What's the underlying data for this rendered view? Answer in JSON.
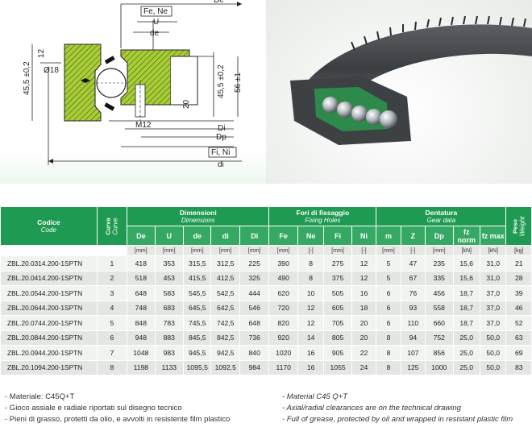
{
  "drawing": {
    "top_label": "De",
    "labels_right": [
      "Fe, Ne",
      "U",
      "de",
      "Di",
      "Dp",
      "Fi, Ni",
      "di"
    ],
    "dims": [
      "12",
      "Ø18",
      "45,5 ±0,2",
      "45,5 ±0,2",
      "56 ±1",
      "20",
      "M12"
    ]
  },
  "table": {
    "code_header": "Codice",
    "code_header_en": "Code",
    "curve_header": "Curva",
    "curve_header_en": "Curve",
    "weight_header": "Peso",
    "weight_header_en": "Weight",
    "groups": [
      {
        "label": "Dimensioni",
        "label_en": "Dimensions"
      },
      {
        "label": "Fori di fissaggio",
        "label_en": "Fixing Holes"
      },
      {
        "label": "Dentatura",
        "label_en": "Gear data"
      }
    ],
    "subheaders": [
      "De",
      "U",
      "de",
      "di",
      "Di",
      "Fe",
      "Ne",
      "Fi",
      "Ni",
      "m",
      "Z",
      "Dp",
      "fz norm",
      "fz max"
    ],
    "units": [
      "[mm]",
      "[mm]",
      "[mm]",
      "[mm]",
      "[mm]",
      "[mm]",
      "[-]",
      "[mm]",
      "[-]",
      "[mm]",
      "[-]",
      "[mm]",
      "[kN]",
      "[kN]",
      "[kg]"
    ],
    "rows": [
      [
        "ZBL.20.0314.200-1SPTN",
        "1",
        "418",
        "353",
        "315,5",
        "312,5",
        "225",
        "390",
        "8",
        "275",
        "12",
        "5",
        "47",
        "235",
        "15,6",
        "31,0",
        "21"
      ],
      [
        "ZBL.20.0414.200-1SPTN",
        "2",
        "518",
        "453",
        "415,5",
        "412,5",
        "325",
        "490",
        "8",
        "375",
        "12",
        "5",
        "67",
        "335",
        "15,6",
        "31,0",
        "28"
      ],
      [
        "ZBL.20.0544.200-1SPTN",
        "3",
        "648",
        "583",
        "545,5",
        "542,5",
        "444",
        "620",
        "10",
        "505",
        "16",
        "6",
        "76",
        "456",
        "18,7",
        "37,0",
        "39"
      ],
      [
        "ZBL.20.0644.200-1SPTN",
        "4",
        "748",
        "683",
        "645,5",
        "642,5",
        "546",
        "720",
        "12",
        "605",
        "18",
        "6",
        "93",
        "558",
        "18,7",
        "37,0",
        "46"
      ],
      [
        "ZBL.20.0744.200-1SPTN",
        "5",
        "848",
        "783",
        "745,5",
        "742,5",
        "648",
        "820",
        "12",
        "705",
        "20",
        "6",
        "110",
        "660",
        "18,7",
        "37,0",
        "52"
      ],
      [
        "ZBL.20.0844.200-1SPTN",
        "6",
        "948",
        "883",
        "845,5",
        "842,5",
        "736",
        "920",
        "14",
        "805",
        "20",
        "8",
        "94",
        "752",
        "25,0",
        "50,0",
        "63"
      ],
      [
        "ZBL.20.0944.200-1SPTN",
        "7",
        "1048",
        "983",
        "945,5",
        "942,5",
        "840",
        "1020",
        "16",
        "905",
        "22",
        "8",
        "107",
        "856",
        "25,0",
        "50,0",
        "69"
      ],
      [
        "ZBL.20.1094.200-1SPTN",
        "8",
        "1198",
        "1133",
        "1095,5",
        "1092,5",
        "984",
        "1170",
        "16",
        "1055",
        "24",
        "8",
        "125",
        "1000",
        "25,0",
        "50,0",
        "83"
      ]
    ]
  },
  "notes_it": [
    "- Materiale: C45Q+T",
    "- Gioco assiale e radiale riportati sul disegno tecnico",
    "- Pieni di grasso, protetti da olio, e avvolti in resistente film plastico"
  ],
  "notes_en": [
    "- Material C45 Q+T",
    "- Axial/radial clearances are on the technical drawing",
    "- Full of grease, protected by oil and wrapped in resistant plastic film"
  ],
  "colors": {
    "header_green": "#1f9a52",
    "section_green": "#2c7d4a",
    "hatch_green": "#9bc72d"
  }
}
